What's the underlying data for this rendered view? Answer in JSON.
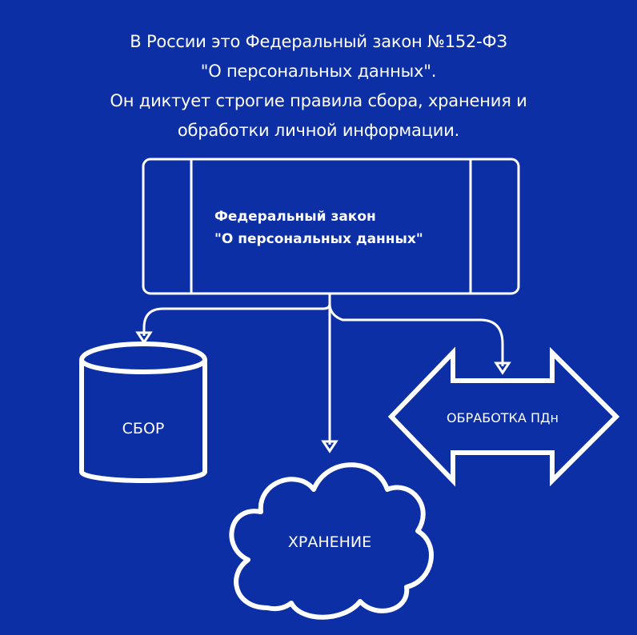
{
  "intro": {
    "lines": [
      "В России это Федеральный закон №152-ФЗ",
      "\"О персональных данных\".",
      "Он диктует строгие правила сбора, хранения и",
      "обработки личной информации."
    ]
  },
  "diagram": {
    "law": {
      "line1": "Федеральный закон",
      "line2": "\"О персональных данных\""
    },
    "nodes": {
      "collection": "СБОР",
      "storage": "ХРАНЕНИЕ",
      "processing": "ОБРАБОТКА ПДн"
    },
    "colors": {
      "background": "#0c2fa6",
      "foreground": "#ffffff"
    }
  }
}
